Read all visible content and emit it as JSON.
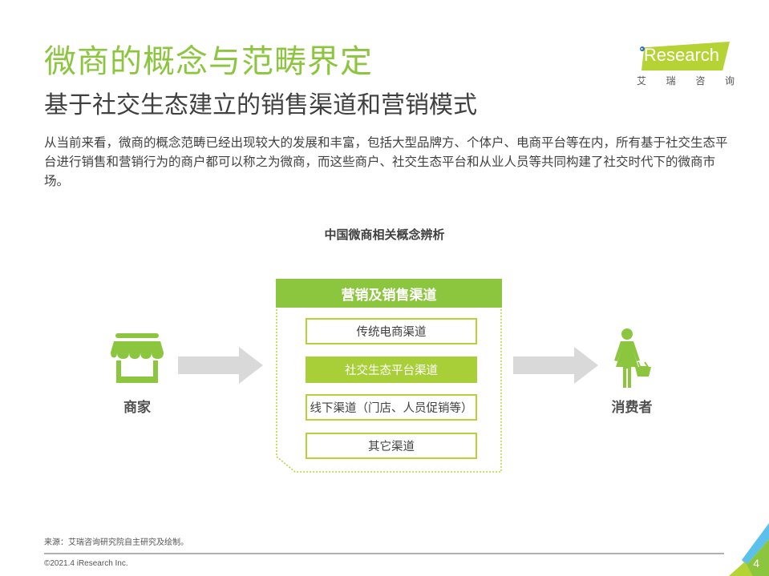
{
  "header": {
    "title": "微商的概念与范畴界定",
    "subtitle": "基于社交生态建立的销售渠道和营销模式",
    "description": "从当前来看，微商的概念范畴已经出现较大的发展和丰富，包括大型品牌方、个体户、电商平台等在内，所有基于社交生态平台进行销售和营销行为的商户都可以称之为微商，而这些商户、社交生态平台和从业人员等共同构建了社交时代下的微商市场。"
  },
  "logo": {
    "brand": "iResearch",
    "cn_chars": [
      "艾",
      "瑞",
      "咨",
      "询"
    ]
  },
  "diagram": {
    "title": "中国微商相关概念辨析",
    "merchant": {
      "label": "商家",
      "icon": "storefront-icon"
    },
    "consumer": {
      "label": "消费者",
      "icon": "shopper-icon"
    },
    "panel": {
      "header": "营销及销售渠道",
      "channels": [
        {
          "label": "传统电商渠道",
          "highlighted": false
        },
        {
          "label": "社交生态平台渠道",
          "highlighted": true
        },
        {
          "label": "线下渠道（门店、人员促销等）",
          "highlighted": false
        },
        {
          "label": "其它渠道",
          "highlighted": false
        }
      ]
    }
  },
  "footer": {
    "source": "来源：艾瑞咨询研究院自主研究及绘制。",
    "copyright": "©2021.4 iResearch Inc.",
    "page_number": "4"
  },
  "colors": {
    "primary_green": "#8cc63f",
    "lime": "#b5d334",
    "arrow_gray": "#d9d9d9",
    "text": "#404040",
    "accent_blue": "#5bc0eb"
  }
}
